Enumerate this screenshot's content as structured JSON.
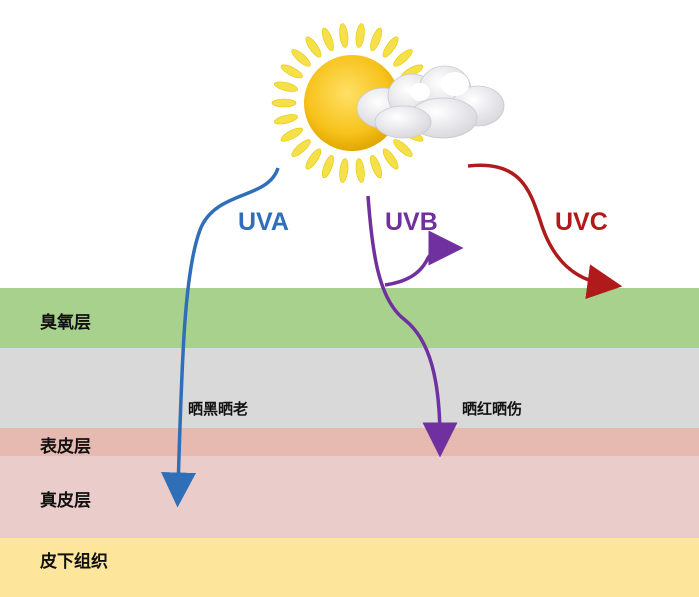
{
  "layers": {
    "ozone": "臭氧层",
    "epidermis": "表皮层",
    "dermis": "真皮层",
    "subcutaneous": "皮下组织"
  },
  "rays": {
    "uva": {
      "label": "UVA",
      "effect": "晒黑晒老",
      "color": "#2e6fb8"
    },
    "uvb": {
      "label": "UVB",
      "effect": "晒红晒伤",
      "color": "#7030a0"
    },
    "uvc": {
      "label": "UVC",
      "color": "#b01a1a"
    }
  },
  "colors": {
    "ozone": "#a9d18e",
    "gap": "#d9d9d9",
    "epidermis": "#e6b9b1",
    "dermis": "#eacdca",
    "subcutaneous": "#fde59c",
    "sun": "#f7c21b",
    "cloud": "#e8e8ec"
  },
  "icons": [
    "sun-icon",
    "cloud-icon"
  ]
}
